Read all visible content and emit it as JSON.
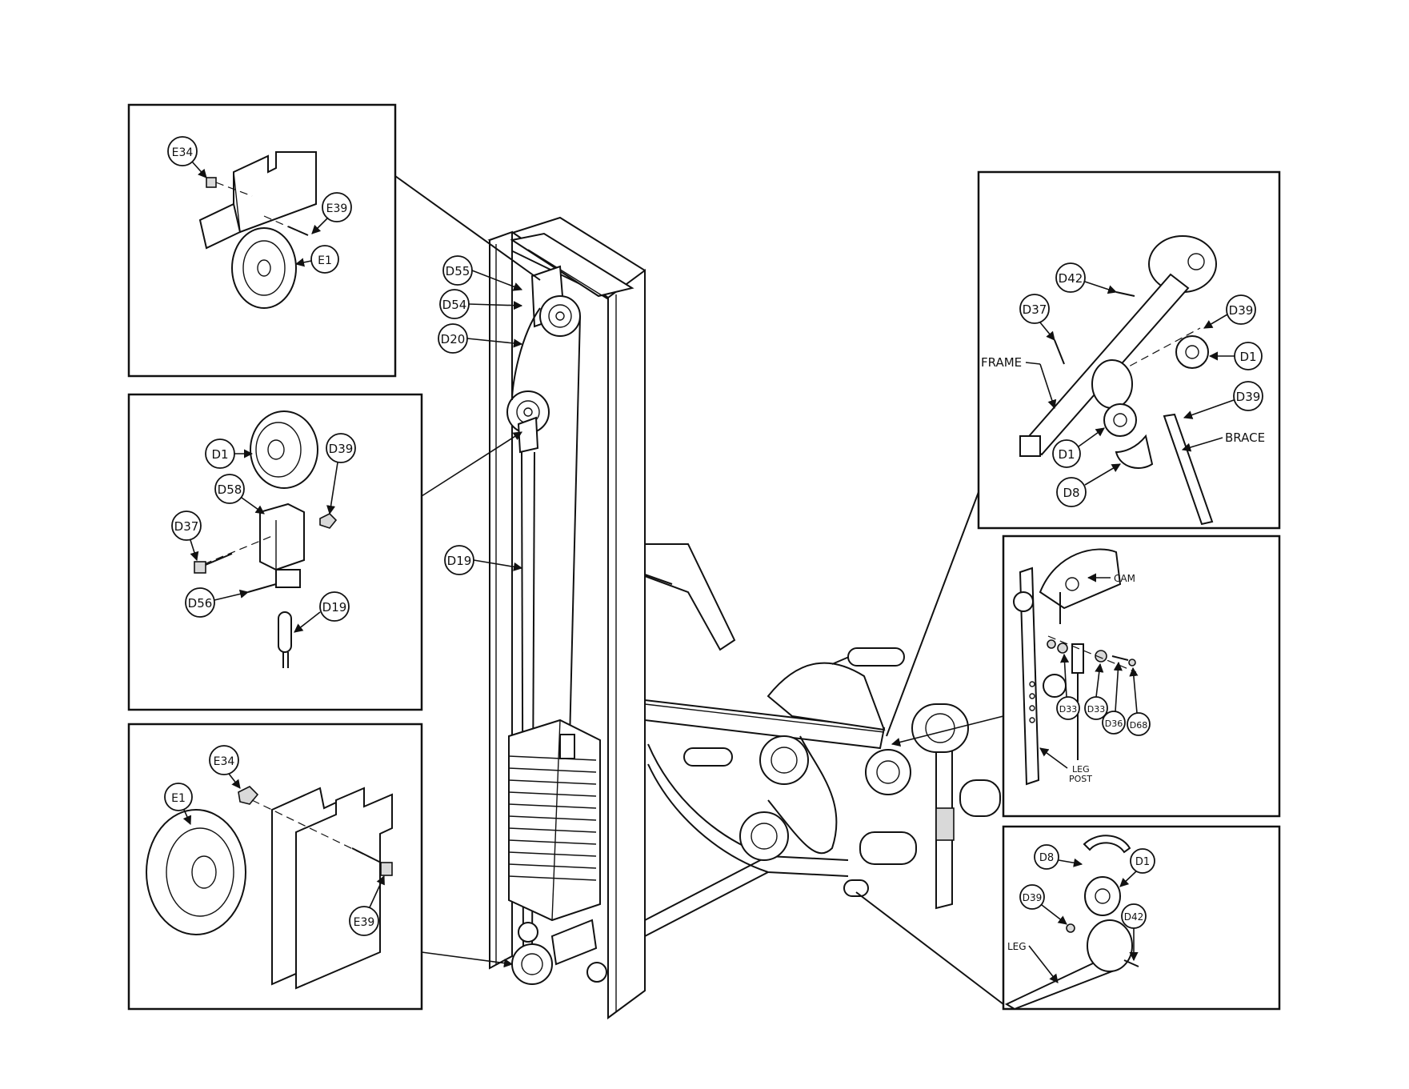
{
  "callouts": {
    "top_left": {
      "e34": "E34",
      "e39": "E39",
      "e1": "E1"
    },
    "mid_left": {
      "d1": "D1",
      "d39": "D39",
      "d58": "D58",
      "d37": "D37",
      "d56": "D56",
      "d19": "D19"
    },
    "bottom_left": {
      "e34": "E34",
      "e1": "E1",
      "e39": "E39"
    },
    "main": {
      "d55": "D55",
      "d54": "D54",
      "d20": "D20",
      "d19": "D19"
    },
    "top_right": {
      "d42": "D42",
      "d37": "D37",
      "d39_a": "D39",
      "d1_a": "D1",
      "frame": "FRAME",
      "d39_b": "D39",
      "brace": "BRACE",
      "d1_b": "D1",
      "d8": "D8"
    },
    "mid_right": {
      "cam": "CAM",
      "d33_a": "D33",
      "d33_b": "D33",
      "d36": "D36",
      "d68": "D68",
      "leg_post_1": "LEG",
      "leg_post_2": "POST"
    },
    "bottom_right": {
      "d8": "D8",
      "d1": "D1",
      "d39": "D39",
      "d42": "D42",
      "leg": "LEG"
    }
  }
}
